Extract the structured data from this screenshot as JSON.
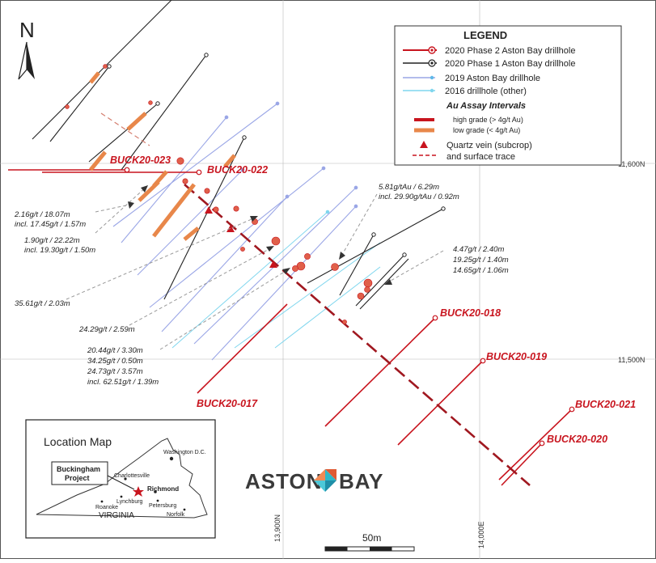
{
  "north_label": "N",
  "legend": {
    "title": "LEGEND",
    "items": [
      "2020 Phase 2 Aston Bay drillhole",
      "2020 Phase 1 Aston Bay drillhole",
      "2019 Aston Bay drillhole",
      "2016 drillhole (other)"
    ],
    "assay_title": "Au Assay Intervals",
    "assay_items": [
      "high grade  (> 4g/t Au)",
      "low grade  (< 4g/t Au)"
    ],
    "vein_line1": "Quartz vein (subcrop)",
    "vein_line2": "and surface trace"
  },
  "drillholes": {
    "buck20_017": "BUCK20-017",
    "buck20_018": "BUCK20-018",
    "buck20_019": "BUCK20-019",
    "buck20_020": "BUCK20-020",
    "buck20_021": "BUCK20-021",
    "buck20_022": "BUCK20-022",
    "buck20_023": "BUCK20-023"
  },
  "assay_labels": {
    "a1_l1": "2.16g/t / 18.07m",
    "a1_l2": "incl. 17.45g/t / 1.57m",
    "a2_l1": "1.90g/t / 22.22m",
    "a2_l2": "incl. 19.30g/t / 1.50m",
    "a3": "35.61g/t / 2.03m",
    "a4": "24.29g/t / 2.59m",
    "a5_l1": "20.44g/t / 3.30m",
    "a5_l2": "34.25g/t / 0.50m",
    "a5_l3": "24.73g/t / 3.57m",
    "a5_l4": "incl. 62.51g/t / 1.39m",
    "a6_l1": "5.81g/tAu / 6.29m",
    "a6_l2": "incl. 29.90g/tAu / 0.92m",
    "a7_l1": "4.47g/t / 2.40m",
    "a7_l2": "19.25g/t / 1.40m",
    "a7_l3": "14.65g/t / 1.06m"
  },
  "grid": {
    "n1": "11,600N",
    "n2": "11,500N",
    "e1": "13,900N",
    "e2": "14,000E"
  },
  "scale_label": "50m",
  "logo_left": "ASTON",
  "logo_right": "BAY",
  "location_map": {
    "title": "Location Map",
    "washington": "Washington D.C.",
    "charlottesville": "Charlottesville",
    "richmond": "Richmond",
    "lynchburg": "Lynchburg",
    "petersburg": "Petersburg",
    "roanoke": "Roanoke",
    "norfolk": "Norfolk",
    "state": "VIRGINIA",
    "project_l1": "Buckingham",
    "project_l2": "Project"
  },
  "colors": {
    "phase2": "#c8141e",
    "phase1": "#222222",
    "hole2019": "#9aa6e6",
    "hole2016": "#7fd6ee",
    "assay_low": "#e8874a",
    "vein": "#a01820",
    "label_red": "#c8141e"
  }
}
